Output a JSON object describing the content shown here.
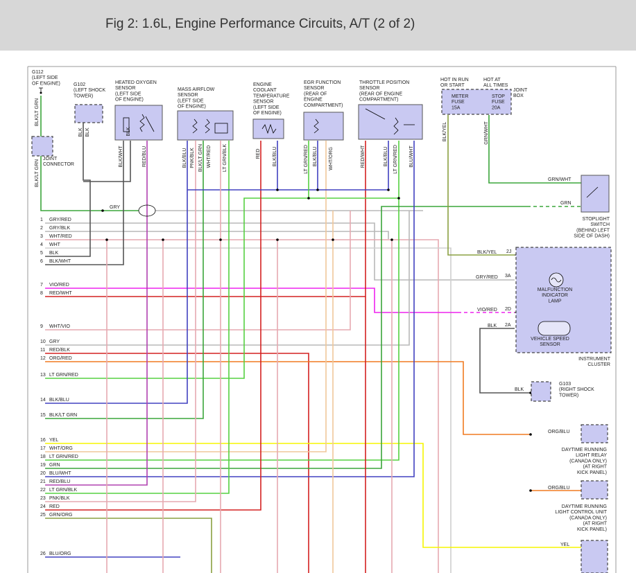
{
  "title": "Fig 2: 1.6L, Engine Performance Circuits, A/T (2 of 2)",
  "colors": {
    "header_bg": "#d7d7d7",
    "component_fill": "#c9c9f2",
    "GRY": "#b8b8b8",
    "BLK": "#555555",
    "WHT": "#cfcfcf",
    "RED": "#d42020",
    "PNK": "#e6a9b0",
    "VIO": "#b040b0",
    "MAG": "#ee22ee",
    "ORG": "#f07a20",
    "TAN": "#f0c79a",
    "LGRN": "#55d040",
    "GRN": "#3aa53a",
    "YEL": "#f5f500",
    "BLU": "#4040c0",
    "OLIVE": "#8aa040"
  },
  "components": {
    "g112": [
      "G112",
      "(LEFT SIDE",
      "OF ENGINE)"
    ],
    "g102": [
      "G102",
      "(LEFT SHOCK",
      "TOWER)"
    ],
    "ho2s": [
      "HEATED OXYGEN",
      "SENSOR",
      "(LEFT SIDE",
      "OF ENGINE)"
    ],
    "maf": [
      "MASS AIRFLOW",
      "SENSOR",
      "(LEFT SIDE",
      "OF ENGINE)"
    ],
    "ect": [
      "ENGINE",
      "COOLANT",
      "TEMPERATURE",
      "SENSOR",
      "(LEFT SIDE",
      "OF ENGINE)"
    ],
    "egr": [
      "EGR FUNCTION",
      "SENSOR",
      "(REAR OF",
      "ENGINE",
      "COMPARTMENT)"
    ],
    "tps": [
      "THROTTLE POSITION",
      "SENSOR",
      "(REAR OF ENGINE",
      "COMPARTMENT)"
    ],
    "hot_run": [
      "HOT IN RUN",
      "OR START"
    ],
    "hot_all": [
      "HOT AT",
      "ALL TIMES"
    ],
    "joint_box": [
      "JOINT",
      "BOX"
    ],
    "meter_fuse": [
      "METER",
      "FUSE",
      "15A"
    ],
    "stop_fuse": [
      "STOP",
      "FUSE",
      "20A"
    ],
    "joint_connector": [
      "JOINT",
      "CONNECTOR"
    ],
    "stoplight": [
      "STOPLIGHT",
      "SWITCH",
      "(BEHIND LEFT",
      "SIDE OF DASH)"
    ],
    "mil": [
      "MALFUNCTION",
      "INDICATOR",
      "LAMP"
    ],
    "vss": [
      "VEHICLE SPEED",
      "SENSOR"
    ],
    "cluster": [
      "INSTRUMENT",
      "CLUSTER"
    ],
    "g103": [
      "G103",
      "(RIGHT SHOCK",
      "TOWER)"
    ],
    "drl_relay": [
      "DAYTIME RUNNING",
      "LIGHT RELAY",
      "(CANADA ONLY)",
      "(AT RIGHT",
      "KICK PANEL)"
    ],
    "drl_cu": [
      "DAYTIME RUNNING",
      "LIGHT CONTROL UNIT",
      "(CANADA ONLY)",
      "(AT RIGHT",
      "KICK PANEL)"
    ]
  },
  "pin_labels": {
    "p2j": "2J",
    "p3a": "3A",
    "p2d": "2D",
    "p2a": "2A"
  },
  "wire_labels": {
    "blk_ltgrn_top": "BLK/LT GRN",
    "blk_ltgrn_bot": "BLK/LT GRN",
    "blk_a": "BLK",
    "blk_b": "BLK",
    "ho2s_blk": "BLK",
    "ho2s_blkwht": "BLK/WHT",
    "ho2s_redblu": "RED/BLU",
    "maf_blkblu": "BLK/BLU",
    "maf_pnkblk": "PNK/BLK",
    "maf_blkltgrn": "BLK/LT GRN",
    "maf_whtred": "WHT/RED",
    "maf_ltgrnblk": "LT GRN/BLK",
    "ect_red": "RED",
    "ect_blkblu": "BLK/BLU",
    "egr_ltgrnred": "LT GRN/RED",
    "egr_blkblu": "BLK/BLU",
    "egr_whtorg": "WHT/ORG",
    "tps_redwht": "RED/WHT",
    "tps_blkblu": "BLK/BLU",
    "tps_ltgrnred": "LT GRN/RED",
    "tps_bluwht": "BLU/WHT",
    "blkyel": "BLK/YEL",
    "grnwht": "GRN/WHT",
    "grnwht_h": "GRN/WHT",
    "grn_h": "GRN",
    "gry_h": "GRY",
    "blkyel_h": "BLK/YEL",
    "gryred_h": "GRY/RED",
    "viored_h": "VIO/RED",
    "blk_h": "BLK",
    "g103_blk": "BLK",
    "orgblu_1": "ORG/BLU",
    "orgblu_2": "ORG/BLU",
    "yel_h": "YEL"
  },
  "pcm_pins": [
    {
      "num": "1",
      "label": "GRY/RED"
    },
    {
      "num": "2",
      "label": "GRY/BLK"
    },
    {
      "num": "3",
      "label": "WHT/RED"
    },
    {
      "num": "4",
      "label": "WHT"
    },
    {
      "num": "5",
      "label": "BLK"
    },
    {
      "num": "6",
      "label": "BLK/WHT"
    },
    {
      "num": "7",
      "label": "VIO/RED"
    },
    {
      "num": "8",
      "label": "RED/WHT"
    },
    {
      "num": "9",
      "label": "WHT/VIO"
    },
    {
      "num": "10",
      "label": "GRY"
    },
    {
      "num": "11",
      "label": "RED/BLK"
    },
    {
      "num": "12",
      "label": "ORG/RED"
    },
    {
      "num": "13",
      "label": "LT GRN/RED"
    },
    {
      "num": "14",
      "label": "BLK/BLU"
    },
    {
      "num": "15",
      "label": "BLK/LT GRN"
    },
    {
      "num": "16",
      "label": "YEL"
    },
    {
      "num": "17",
      "label": "WHT/ORG"
    },
    {
      "num": "18",
      "label": "LT GRN/RED"
    },
    {
      "num": "19",
      "label": "GRN"
    },
    {
      "num": "20",
      "label": "BLU/WHT"
    },
    {
      "num": "21",
      "label": "RED/BLU"
    },
    {
      "num": "22",
      "label": "LT GRN/BLK"
    },
    {
      "num": "23",
      "label": "PNK/BLK"
    },
    {
      "num": "24",
      "label": "RED"
    },
    {
      "num": "25",
      "label": "GRN/ORG"
    },
    {
      "num": "26",
      "label": "BLU/ORG"
    }
  ]
}
